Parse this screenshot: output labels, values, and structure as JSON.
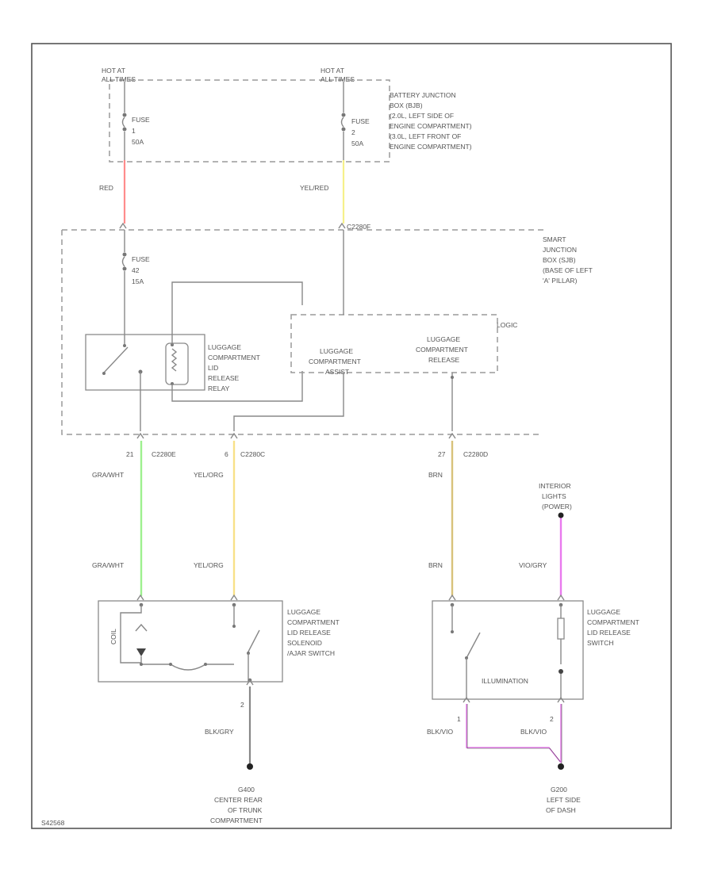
{
  "wire_colors": {
    "red": "#ff8c8c",
    "yellow": "#f6f08a",
    "green": "#9df08f",
    "yel_org": "#f8e188",
    "brn": "#d8c27a",
    "violet": "#e97aee",
    "gray": "#888888"
  },
  "top": {
    "hot_left": [
      "HOT AT",
      "ALL TIMES"
    ],
    "hot_right": [
      "HOT AT",
      "ALL TIMES"
    ],
    "fuse_left": [
      "FUSE",
      "1",
      "50A"
    ],
    "fuse_right": [
      "FUSE",
      "2",
      "50A"
    ],
    "bjb": [
      "BATTERY JUNCTION",
      "BOX (BJB)",
      "(2.0L, LEFT SIDE OF",
      "ENGINE COMPARTMENT)",
      "(3.0L, LEFT FRONT OF",
      "ENGINE COMPARTMENT)"
    ]
  },
  "wires": {
    "red": "RED",
    "yel_red": "YEL/RED",
    "c2280f": "C2280F",
    "gra_wht_top": "GRA/WHT",
    "yel_org_top": "YEL/ORG",
    "brn_top": "BRN",
    "gra_wht_bottom": "GRA/WHT",
    "yel_org_bottom": "YEL/ORG",
    "brn_bottom": "BRN",
    "vio_gry": "VIO/GRY",
    "blk_gry": "BLK/GRY",
    "blk_vio_1": "BLK/VIO",
    "blk_vio_2": "BLK/VIO"
  },
  "sjb": {
    "label": [
      "SMART",
      "JUNCTION",
      "BOX (SJB)",
      "(BASE OF LEFT",
      "'A' PILLAR)"
    ],
    "fuse": [
      "FUSE",
      "42",
      "15A"
    ],
    "relay": [
      "LUGGAGE",
      "COMPARTMENT",
      "LID",
      "RELEASE",
      "RELAY"
    ],
    "logic": "LOGIC",
    "lca": [
      "LUGGAGE",
      "COMPARTMENT",
      "ASSIST"
    ],
    "lcr": [
      "LUGGAGE",
      "COMPARTMENT",
      "RELEASE"
    ]
  },
  "connectors": {
    "c1": "21",
    "c1name": "C2280E",
    "c2": "6",
    "c2name": "C2280C",
    "c3": "27",
    "c3name": "C2280D"
  },
  "interior": [
    "INTERIOR",
    "LIGHTS",
    "(POWER)"
  ],
  "solenoid": {
    "label": [
      "LUGGAGE",
      "COMPARTMENT",
      "LID RELEASE",
      "SOLENOID",
      "/AJAR SWITCH"
    ],
    "coil": "COIL",
    "pin": "2"
  },
  "switch": {
    "label": [
      "LUGGAGE",
      "COMPARTMENT",
      "LID RELEASE",
      "SWITCH"
    ],
    "illumination": "ILLUMINATION",
    "pin1": "1",
    "pin2": "2"
  },
  "grounds": {
    "g1": [
      "G400",
      "CENTER REAR",
      "OF TRUNK",
      "COMPARTMENT"
    ],
    "g2": [
      "G200",
      "LEFT SIDE",
      "OF DASH"
    ]
  },
  "diagram_id": "S42568"
}
